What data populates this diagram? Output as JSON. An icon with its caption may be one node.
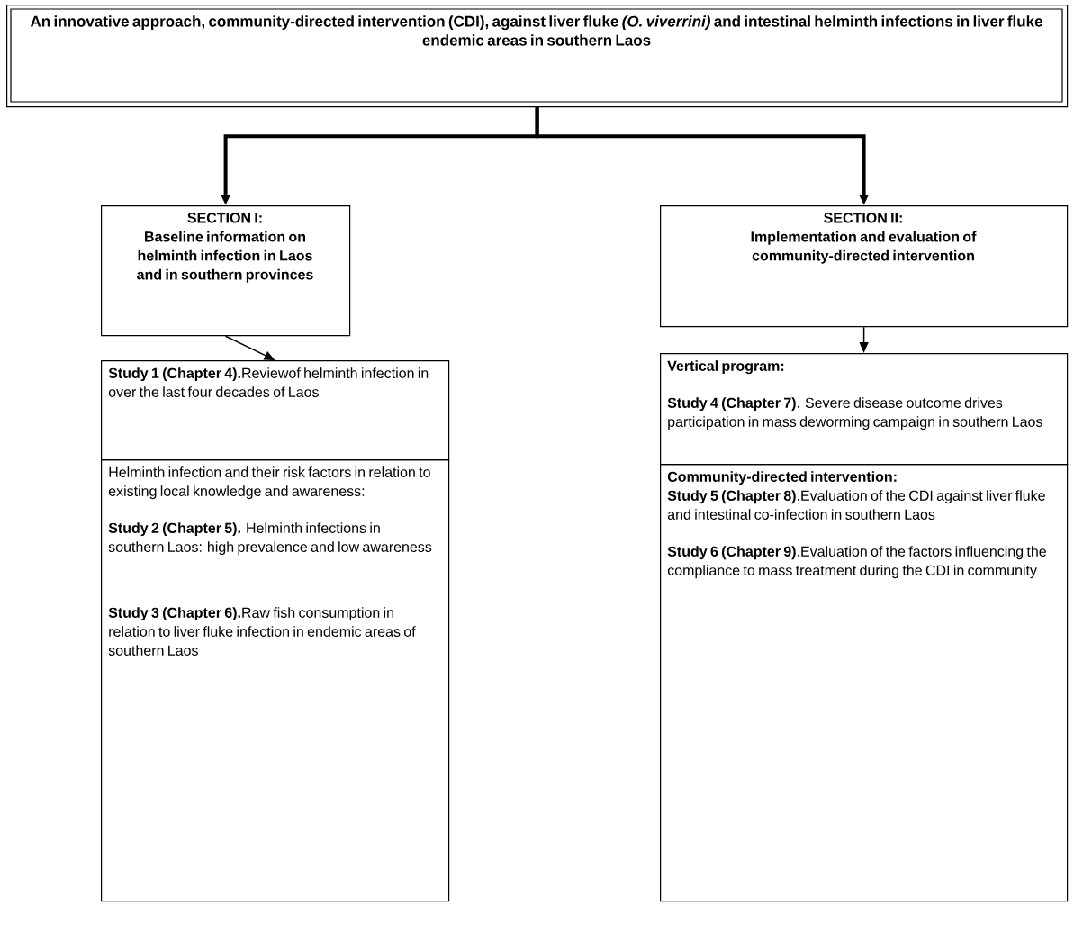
{
  "diagram": {
    "nodes": [
      {
        "text": [
          "An innovative approach, community-directed intervention (CDI), against liver fluke *(O. viverrini)* and intestinal helminth infections in liver fluke endemic areas in southern Laos"
        ]
      },
      {
        "text": [
          "SECTION I:",
          "Baseline information on helminth infection in Laos and in southern provinces"
        ]
      },
      {
        "text": [
          "SECTION II:",
          "Implementation and evaluation of community-directed intervention"
        ]
      },
      {
        "text": [
          "**Study 1 (Chapter 4).**Reviewof helminth infection in over the last four decades of Laos"
        ]
      },
      {
        "text": [
          "Helminth infection and their risk factors in relation to existing local knowledge and awareness:",
          "**Study 2 (Chapter 5).** Helminth infections in southern Laos: high prevalence and low awareness",
          "**Study 3 (Chapter 6).**Raw fish consumption in relation to liver fluke infection in endemic areas of southern Laos"
        ]
      },
      {
        "text": [
          "Vertical program:",
          "**Study 4 (Chapter 7)**. Severe disease outcome drives participation in mass deworming campaign in southern Laos"
        ]
      },
      {
        "text": [
          "Community-directed intervention:",
          "**Study 5 (Chapter 8)**.Evaluation of the CDI against liver fluke and intestinal co-infection in southern Laos",
          "**Study 6 (Chapter 9)**.Evaluation of the factors influencing the compliance to mass treatment during the CDI in community"
        ]
      }
    ],
    "edges": [
      {
        "from": 0,
        "to": 1,
        "arrow": "to",
        "style": "thick"
      },
      {
        "from": 0,
        "to": 2,
        "arrow": "to",
        "style": "thick"
      },
      {
        "from": 1,
        "to": 3,
        "arrow": "to"
      },
      {
        "from": 2,
        "to": 5,
        "arrow": "to"
      }
    ]
  }
}
